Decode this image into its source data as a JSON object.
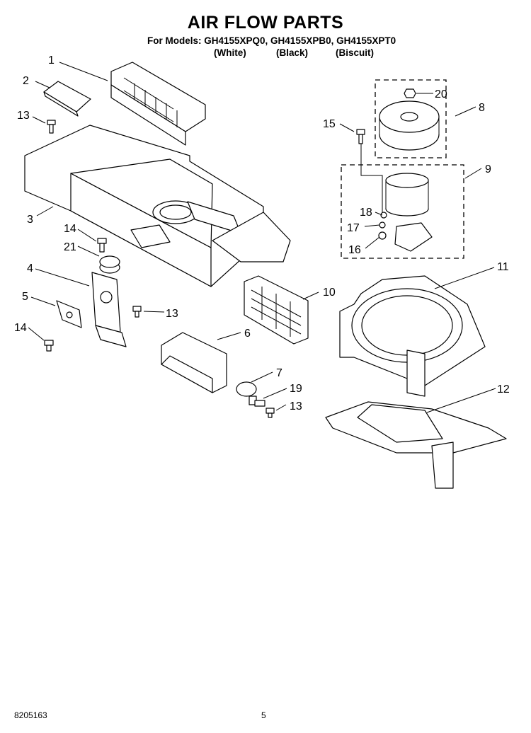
{
  "header": {
    "title": "AIR FLOW PARTS",
    "models_line": "For Models: GH4155XPQ0, GH4155XPB0, GH4155XPT0",
    "colors": [
      "(White)",
      "(Black)",
      "(Biscuit)"
    ]
  },
  "callouts": [
    "1",
    "2",
    "13",
    "3",
    "14",
    "21",
    "4",
    "5",
    "14",
    "13",
    "20",
    "8",
    "15",
    "9",
    "18",
    "17",
    "16",
    "10",
    "6",
    "7",
    "19",
    "13",
    "11",
    "12"
  ],
  "footer": {
    "doc_number": "8205163",
    "page_number": "5"
  }
}
